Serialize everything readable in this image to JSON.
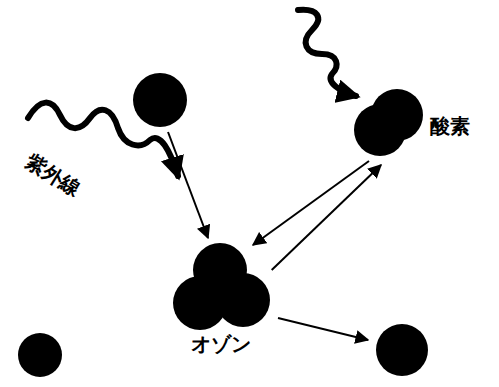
{
  "diagram": {
    "nodes": [
      {
        "text": [
          "酸素"
        ]
      },
      {
        "text": [
          "オゾン"
        ]
      }
    ],
    "edges": [
      {
        "from": 0,
        "to": 1,
        "arrow": "to"
      },
      {
        "from": 1,
        "to": 0,
        "arrow": "to"
      }
    ],
    "labels": [
      "紫外線"
    ]
  }
}
